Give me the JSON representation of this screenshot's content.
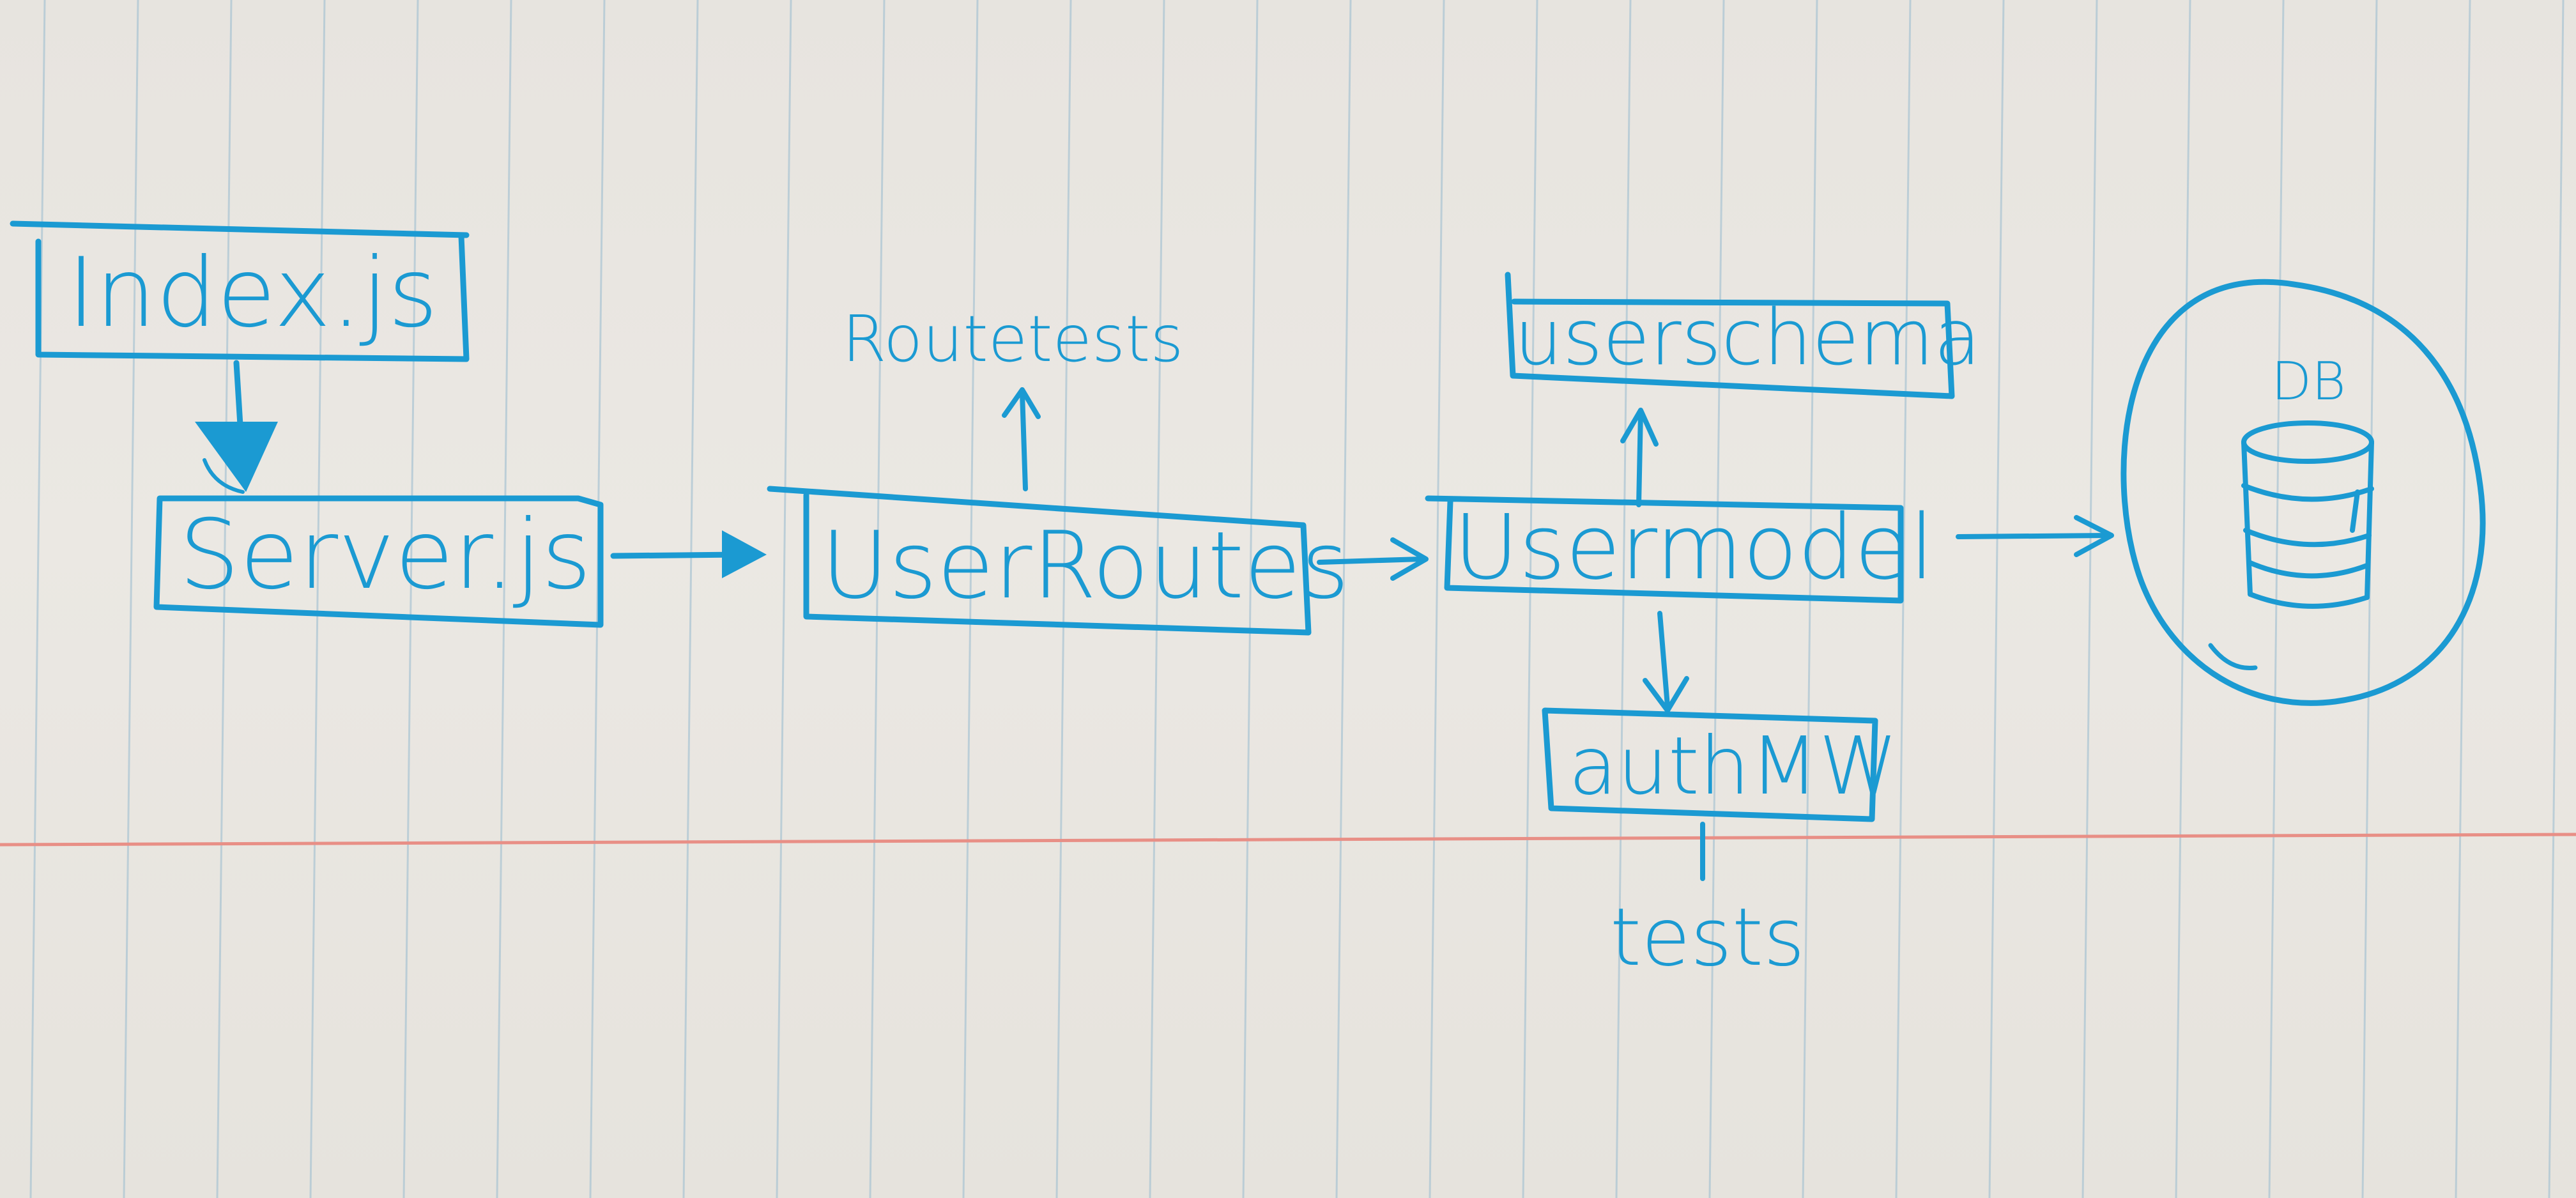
{
  "colors": {
    "ink": "#1b9ad2",
    "paper": "#e8e5e0",
    "rule_lines": "#a9c4d3",
    "margin_line": "#e88f86"
  },
  "nodes": {
    "index": "Index.js",
    "server": "Server.js",
    "user_routes": "UserRoutes",
    "route_tests": "Routetests",
    "user_model": "Usermodel",
    "user_schema": "userschema",
    "auth_mw": "authMW",
    "tests": "tests",
    "db": "DB"
  },
  "edges": [
    {
      "from": "index",
      "to": "server"
    },
    {
      "from": "server",
      "to": "user_routes"
    },
    {
      "from": "user_routes",
      "to": "route_tests"
    },
    {
      "from": "user_routes",
      "to": "user_model"
    },
    {
      "from": "user_model",
      "to": "user_schema"
    },
    {
      "from": "user_model",
      "to": "auth_mw"
    },
    {
      "from": "auth_mw",
      "to": "tests"
    },
    {
      "from": "user_model",
      "to": "db"
    }
  ],
  "icons": {
    "db": "database-cylinder-icon"
  }
}
